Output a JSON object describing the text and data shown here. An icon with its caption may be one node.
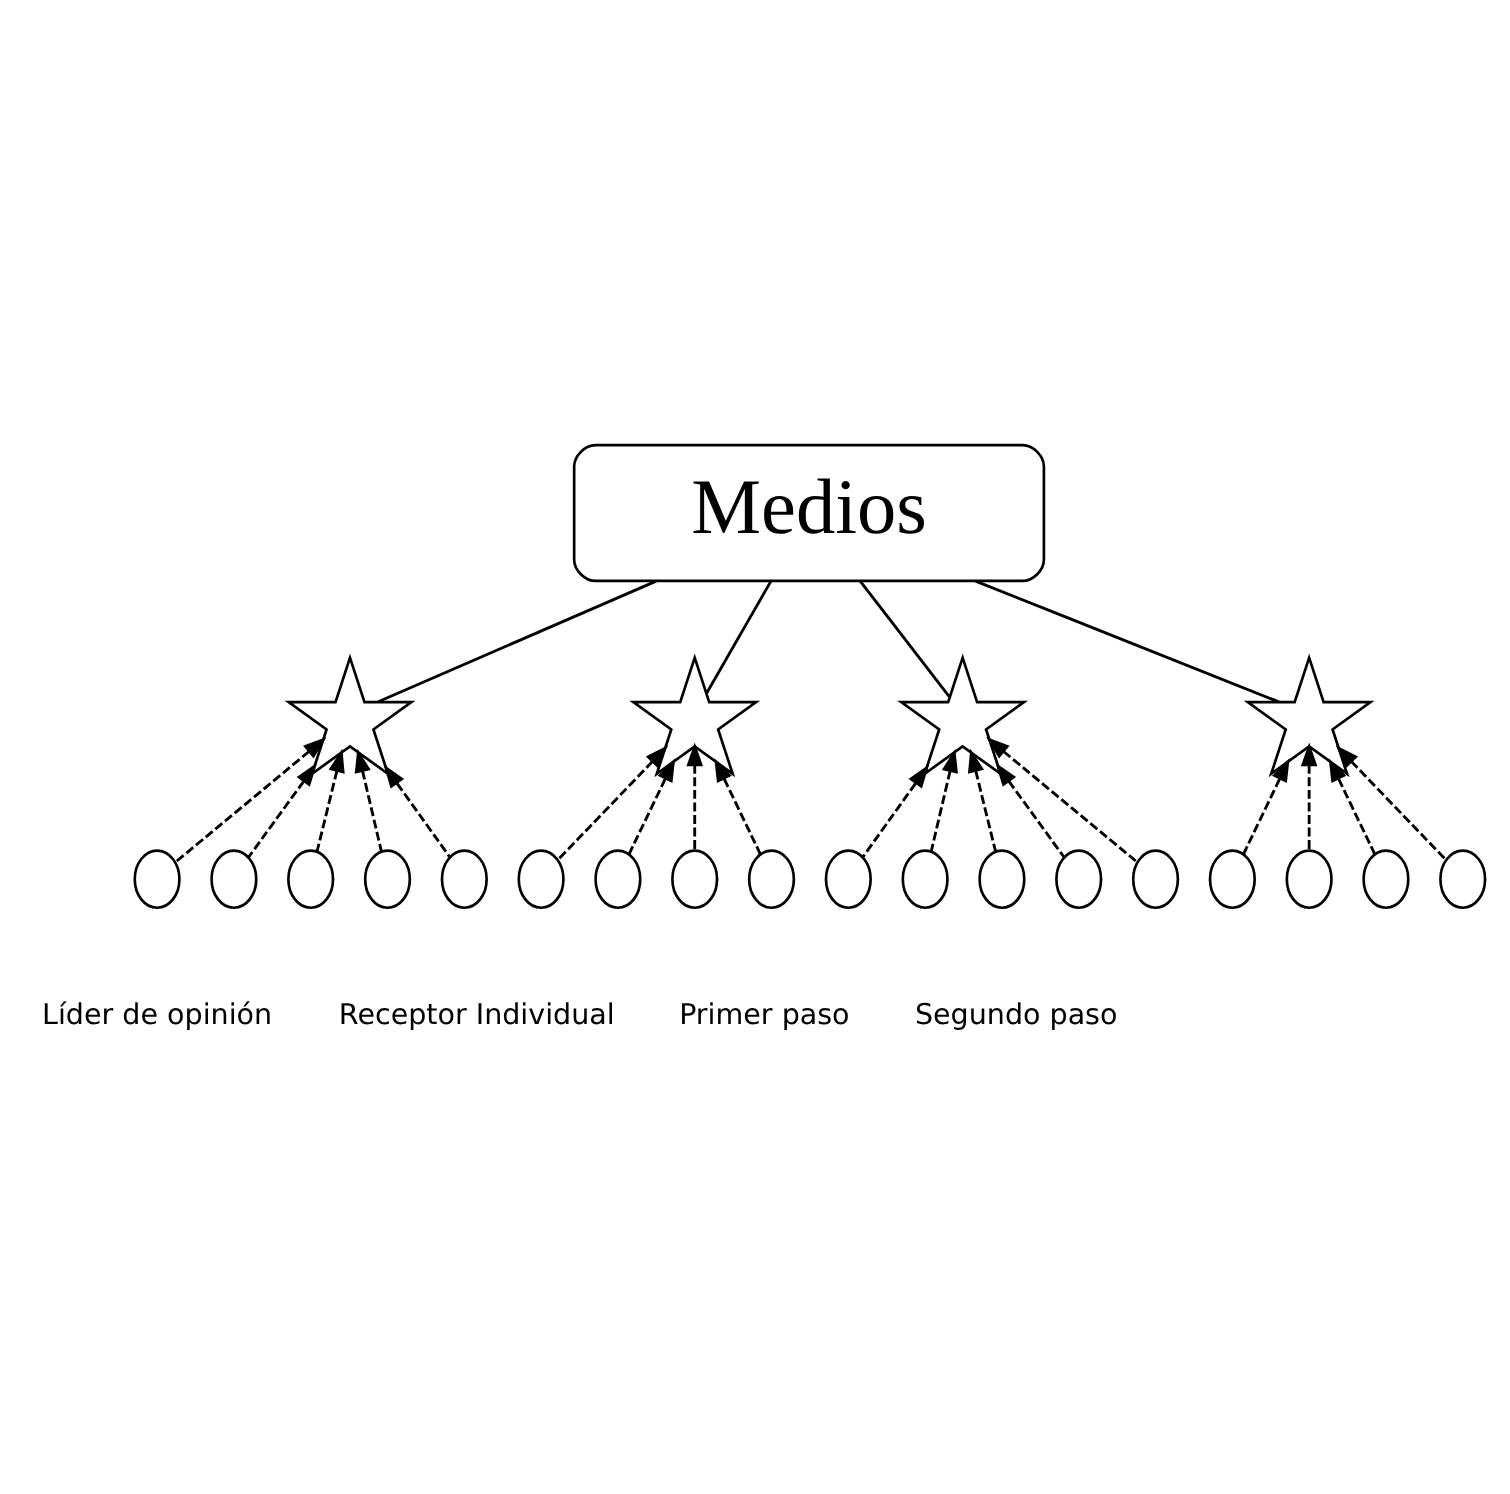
{
  "diagram": {
    "nodes": [
      {
        "text": [
          "Medios"
        ]
      },
      {
        "text": [],
        "shape": "star"
      },
      {
        "text": [],
        "shape": "star"
      },
      {
        "text": [],
        "shape": "star"
      },
      {
        "text": [],
        "shape": "star"
      },
      {
        "text": [],
        "shape": "circle"
      },
      {
        "text": [],
        "shape": "circle"
      },
      {
        "text": [],
        "shape": "circle"
      },
      {
        "text": [],
        "shape": "circle"
      },
      {
        "text": [],
        "shape": "circle"
      },
      {
        "text": [],
        "shape": "circle"
      },
      {
        "text": [],
        "shape": "circle"
      },
      {
        "text": [],
        "shape": "circle"
      },
      {
        "text": [],
        "shape": "circle"
      },
      {
        "text": [],
        "shape": "circle"
      },
      {
        "text": [],
        "shape": "circle"
      },
      {
        "text": [],
        "shape": "circle"
      },
      {
        "text": [],
        "shape": "circle"
      },
      {
        "text": [],
        "shape": "circle"
      },
      {
        "text": [],
        "shape": "circle"
      },
      {
        "text": [],
        "shape": "circle"
      },
      {
        "text": [],
        "shape": "circle"
      },
      {
        "text": [],
        "shape": "circle"
      }
    ],
    "edges": [
      {
        "from": 0,
        "to": 1,
        "arrow": "none"
      },
      {
        "from": 0,
        "to": 2,
        "arrow": "none"
      },
      {
        "from": 0,
        "to": 3,
        "arrow": "none"
      },
      {
        "from": 0,
        "to": 4,
        "arrow": "none"
      },
      {
        "from": 5,
        "to": 1,
        "arrow": "to",
        "style": "dashed"
      },
      {
        "from": 6,
        "to": 1,
        "arrow": "to",
        "style": "dashed"
      },
      {
        "from": 7,
        "to": 1,
        "arrow": "to",
        "style": "dashed"
      },
      {
        "from": 8,
        "to": 1,
        "arrow": "to",
        "style": "dashed"
      },
      {
        "from": 9,
        "to": 1,
        "arrow": "to",
        "style": "dashed"
      },
      {
        "from": 10,
        "to": 2,
        "arrow": "to",
        "style": "dashed"
      },
      {
        "from": 11,
        "to": 2,
        "arrow": "to",
        "style": "dashed"
      },
      {
        "from": 12,
        "to": 2,
        "arrow": "to",
        "style": "dashed"
      },
      {
        "from": 13,
        "to": 2,
        "arrow": "to",
        "style": "dashed"
      },
      {
        "from": 14,
        "to": 3,
        "arrow": "to",
        "style": "dashed"
      },
      {
        "from": 15,
        "to": 3,
        "arrow": "to",
        "style": "dashed"
      },
      {
        "from": 16,
        "to": 3,
        "arrow": "to",
        "style": "dashed"
      },
      {
        "from": 17,
        "to": 3,
        "arrow": "to",
        "style": "dashed"
      },
      {
        "from": 18,
        "to": 3,
        "arrow": "to",
        "style": "dashed"
      },
      {
        "from": 19,
        "to": 4,
        "arrow": "to",
        "style": "dashed"
      },
      {
        "from": 20,
        "to": 4,
        "arrow": "to",
        "style": "dashed"
      },
      {
        "from": 21,
        "to": 4,
        "arrow": "to",
        "style": "dashed"
      },
      {
        "from": 22,
        "to": 4,
        "arrow": "to",
        "style": "dashed"
      }
    ],
    "legend": [
      {
        "text": "Líder de opinión"
      },
      {
        "text": "Receptor Individual"
      },
      {
        "text": "Primer paso"
      },
      {
        "text": "Segundo paso"
      }
    ]
  }
}
